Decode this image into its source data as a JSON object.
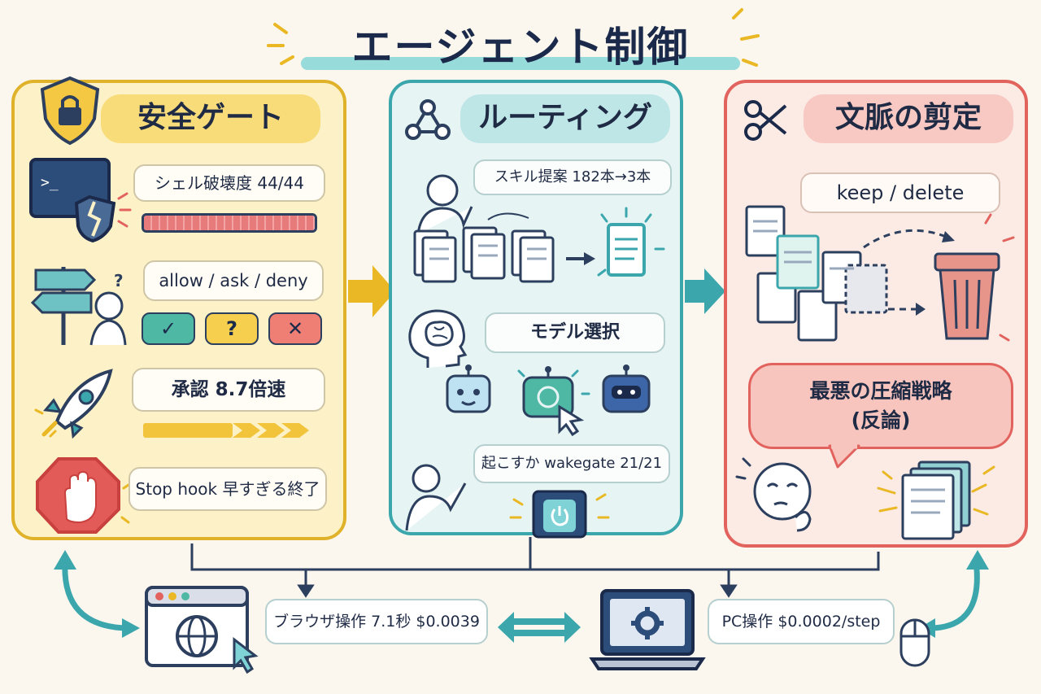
{
  "title": "エージェント制御",
  "colors": {
    "safety": "#e0b22a",
    "routing": "#3ba7ad",
    "pruning": "#e2635e",
    "ink": "#1b2a4a"
  },
  "safety_gate": {
    "header": "安全ゲート",
    "header_icon": "shield-lock-icon",
    "shell_label": "シェル破壊度 44/44",
    "shell_progress": 1.0,
    "allow_label": "allow / ask / deny",
    "decisions": {
      "allow": "✓",
      "ask": "?",
      "deny": "✕"
    },
    "approval_label": "承認 8.7倍速",
    "stop_label": "Stop hook 早すぎる終了"
  },
  "routing": {
    "header": "ルーティング",
    "header_icon": "network-icon",
    "skill_label": "スキル提案 182本→3本",
    "model_label": "モデル選択",
    "wake_label": "起こすか wakegate 21/21"
  },
  "pruning": {
    "header": "文脈の剪定",
    "header_icon": "scissors-icon",
    "keep_label": "keep / delete",
    "worst_line1": "最悪の圧縮戦略",
    "worst_line2": "(反論)"
  },
  "bottom": {
    "browser_label": "ブラウザ操作 7.1秒 $0.0039",
    "pc_label": "PC操作 $0.0002/step"
  }
}
